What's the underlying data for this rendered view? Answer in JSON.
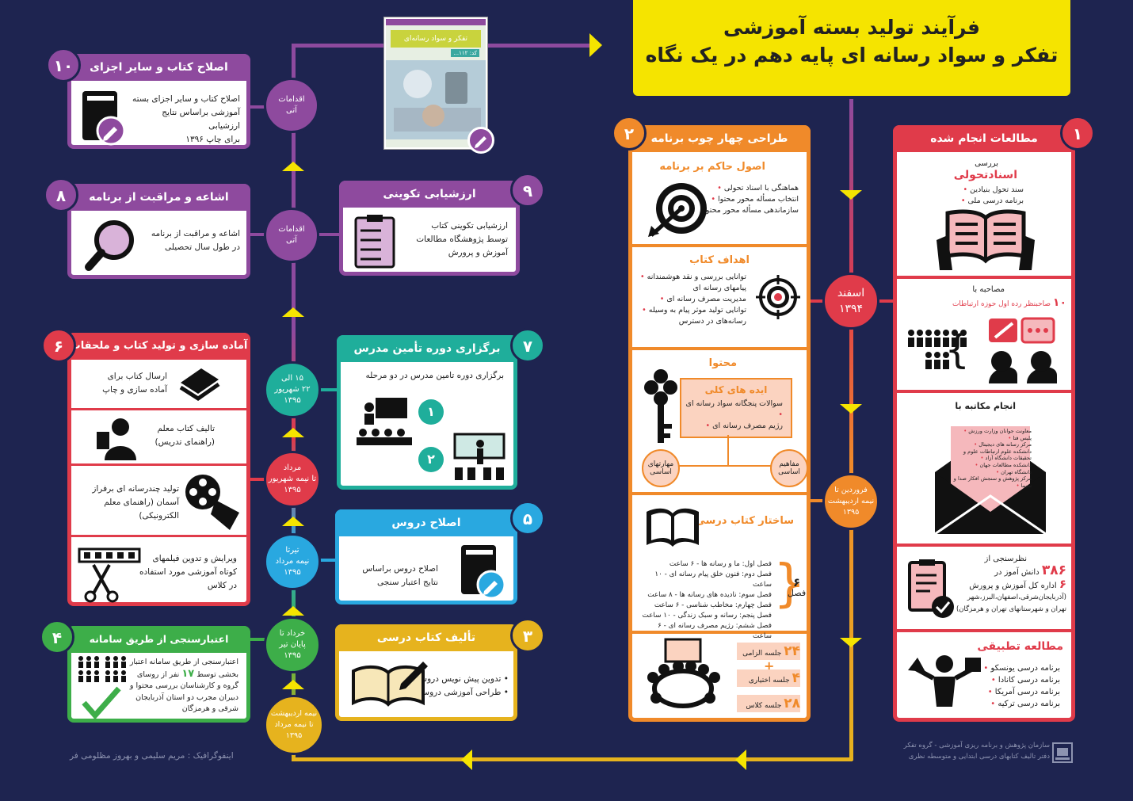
{
  "title": {
    "line1": "فرآیند تولید بسته آموزشی",
    "line2": "تفکر و سواد رسانه ای  پایه دهم در یک نگاه"
  },
  "credit": "اینفوگرافیک : مریم سلیمی و بهروز مظلومی فر",
  "org": {
    "line1": "سازمان پژوهش و برنامه ریزی آموزشی - گروه تفکر",
    "line2": "دفتر تالیف کتابهای درسی ابتدایی و متوسطه نظری"
  },
  "book_cover": {
    "title": "تفکر و سواد رسانه‌ای",
    "badge": "کد: ۱۱۲..."
  },
  "colors": {
    "bg": "#1e2450",
    "purple": "#8e4a9e",
    "red": "#e03b4a",
    "orange": "#f08a2a",
    "teal": "#1fae9b",
    "blue": "#29a8e0",
    "green": "#3dae49",
    "gold": "#e6b31e",
    "yellow": "#f5e400"
  },
  "timeline": {
    "t_esfand": {
      "a": "اسفند",
      "b": "۱۳۹۴"
    },
    "t_farvardin": {
      "a": "فروردین تا",
      "b": "نیمه اردیبهشت",
      "c": "۱۳۹۵"
    },
    "t_ordibehesht": {
      "a": "نیمه اردیبهشت",
      "b": "تا نیمه مرداد",
      "c": "۱۳۹۵"
    },
    "t_khordad": {
      "a": "خرداد تا",
      "b": "پایان تیر",
      "c": "۱۳۹۵"
    },
    "t_tir": {
      "a": "تیرتا",
      "b": "نیمه مرداد",
      "c": "۱۳۹۵"
    },
    "t_mordad": {
      "a": "مرداد",
      "b": "تا نیمه شهریور",
      "c": "۱۳۹۵"
    },
    "t_15": {
      "a": "۱۵ الی",
      "b": "۲۲ شهریور",
      "c": "۱۳۹۵"
    },
    "t_next1": {
      "a": "اقدامات",
      "b": "آتی"
    },
    "t_next2": {
      "a": "اقدامات",
      "b": "آتی"
    }
  },
  "s1": {
    "num": "۱",
    "title": "مطالعات انجام شده",
    "a": {
      "pre": "بررسی",
      "head": "اسنادتحولی",
      "items": [
        "سند تحول بنیادین",
        "برنامه درسی ملی"
      ]
    },
    "b": {
      "pre": "مصاحبه با",
      "count": "۱۰",
      "rest": "صاحبنظر رده اول حوزه ارتباطات"
    },
    "c": {
      "head": "انجام مکاتبه با",
      "items": [
        "معاونت جوانان وزارت ورزش",
        "پلیس فتا",
        "مرکز رسانه های دیجیتال",
        "دانشکده علوم ارتباطات علوم و تحقیقات دانشگاه آزاد",
        "دانشکده مطالعات جهان",
        "دانشگاه تهران",
        "مرکز پژوهش و سنجش افکار صدا و سیما"
      ]
    },
    "d": {
      "pre": "نظرسنجی از",
      "count1": "۳۸۶",
      "rest1": "دانش آموز در",
      "count2": "۶",
      "rest2": "اداره کل آموزش و پرورش",
      "rest3": "(آذربایجان‌شرقی،اصفهان،البرز،شهر",
      "rest4": "تهران و شهرستانهای تهران و هرمزگان)"
    },
    "e": {
      "head": "مطالعه تطبیقی",
      "items": [
        "برنامه درسی یونسکو",
        "برنامه درسی کانادا",
        "برنامه درسی آمریکا",
        "برنامه درسی ترکیه"
      ]
    }
  },
  "s2": {
    "num": "۲",
    "title": "طراحی چهار چوب برنامه",
    "a": {
      "head": "اصول حاکم بر برنامه",
      "items": [
        "هماهنگی با اسناد تحولی",
        "انتخاب مسأله محور محتوا",
        "سازماندهی مسأله محور محتوا"
      ]
    },
    "b": {
      "head": "اهداف کتاب",
      "items": [
        "توانایی بررسی و نقد هوشمندانه",
        "پیامهای رسانه ای",
        "مدیریت مصرف رسانه ای",
        "توانایی تولید موثر پیام به وسیله",
        "رسانه‌های در دسترس"
      ]
    },
    "c": {
      "head": "محتوا",
      "box_head": "ایده های کلی",
      "box_items": [
        "سوالات پنجگانه سواد رسانه ای",
        "رژیم مصرف رسانه ای"
      ],
      "left": "مهارتهای اساسی",
      "right": "مفاهیم اساسی"
    },
    "d": {
      "head": "ساختار کتاب درسی",
      "count": "۶",
      "unit": "فصل",
      "items": [
        "فصل اول: ما و رسانه ها - ۶ ساعت",
        "فصل دوم: فنون خلق پیام رسانه ای - ۱۰ ساعت",
        "فصل سوم: نادیده های رسانه ها - ۸ ساعت",
        "فصل چهارم: مخاطب شناسی - ۶ ساعت",
        "فصل پنجم: رسانه و سبک زندگی - ۱۰ ساعت",
        "فصل ششم: رژیم مصرف رسانه ای - ۶ ساعت"
      ]
    },
    "e": {
      "n1": "۲۴",
      "l1": "جلسه الزامی",
      "plus": "+",
      "n2": "۴",
      "l2": "جلسه اختیاری",
      "n3": "۲۸",
      "l3": "جلسه کلاس"
    }
  },
  "s3": {
    "num": "۳",
    "title": "تألیف کتاب درسی",
    "items": [
      "تدوین پیش نویس دروس",
      "طراحی آموزشی دروس"
    ]
  },
  "s4": {
    "num": "۴",
    "title": "اعتبارسنجی از طریق سامانه اعتباربخشی",
    "text": [
      "اعتبارسنجی از طریق سامانه اعتبار",
      "بخشی توسط",
      "نفر از روسای",
      "گروه و کارشناسان بررسی محتوا و",
      "دبیران مجرب دو استان آذربایجان",
      "شرقی و هرمزگان"
    ],
    "count": "۱۷"
  },
  "s5": {
    "num": "۵",
    "title": "اصلاح دروس",
    "text": [
      "اصلاح دروس براساس",
      "نتایج اعتبار سنجی"
    ]
  },
  "s6": {
    "num": "۶",
    "title": "آماده سازی و تولید کتاب و ملحقات آن",
    "rows": [
      [
        "ارسال کتاب برای",
        "آماده سازی و چاپ"
      ],
      [
        "تالیف کتاب معلم",
        "(راهنمای تدریس)"
      ],
      [
        "تولید چندرسانه ای برفراز",
        "آسمان (راهنمای معلم",
        "الکترونیکی)"
      ],
      [
        "ویرایش و تدوین فیلمهای",
        "کوتاه آموزشی مورد استفاده",
        "در کلاس"
      ]
    ]
  },
  "s7": {
    "num": "۷",
    "title": "برگزاری دوره تأمین مدرس",
    "text": "برگزاری دوره تامین مدرس در دو مرحله",
    "step1": "۱",
    "step2": "۲"
  },
  "s8": {
    "num": "۸",
    "title": "اشاعه و مراقبت از برنامه",
    "text": [
      "اشاعه و مراقبت از برنامه",
      "در طول سال تحصیلی"
    ]
  },
  "s9": {
    "num": "۹",
    "title": "ارزشیابی تکوینی",
    "text": [
      "ارزشیابی تکوینی کتاب",
      "توسط پژوهشگاه مطالعات",
      "آموزش و پرورش"
    ]
  },
  "s10": {
    "num": "۱۰",
    "title": "اصلاح کتاب و سایر اجزای آموزشی",
    "text": [
      "اصلاح کتاب و سایر اجزای بسته",
      "آموزشی براساس نتایج ارزشیابی",
      "برای چاپ ۱۳۹۶"
    ]
  }
}
